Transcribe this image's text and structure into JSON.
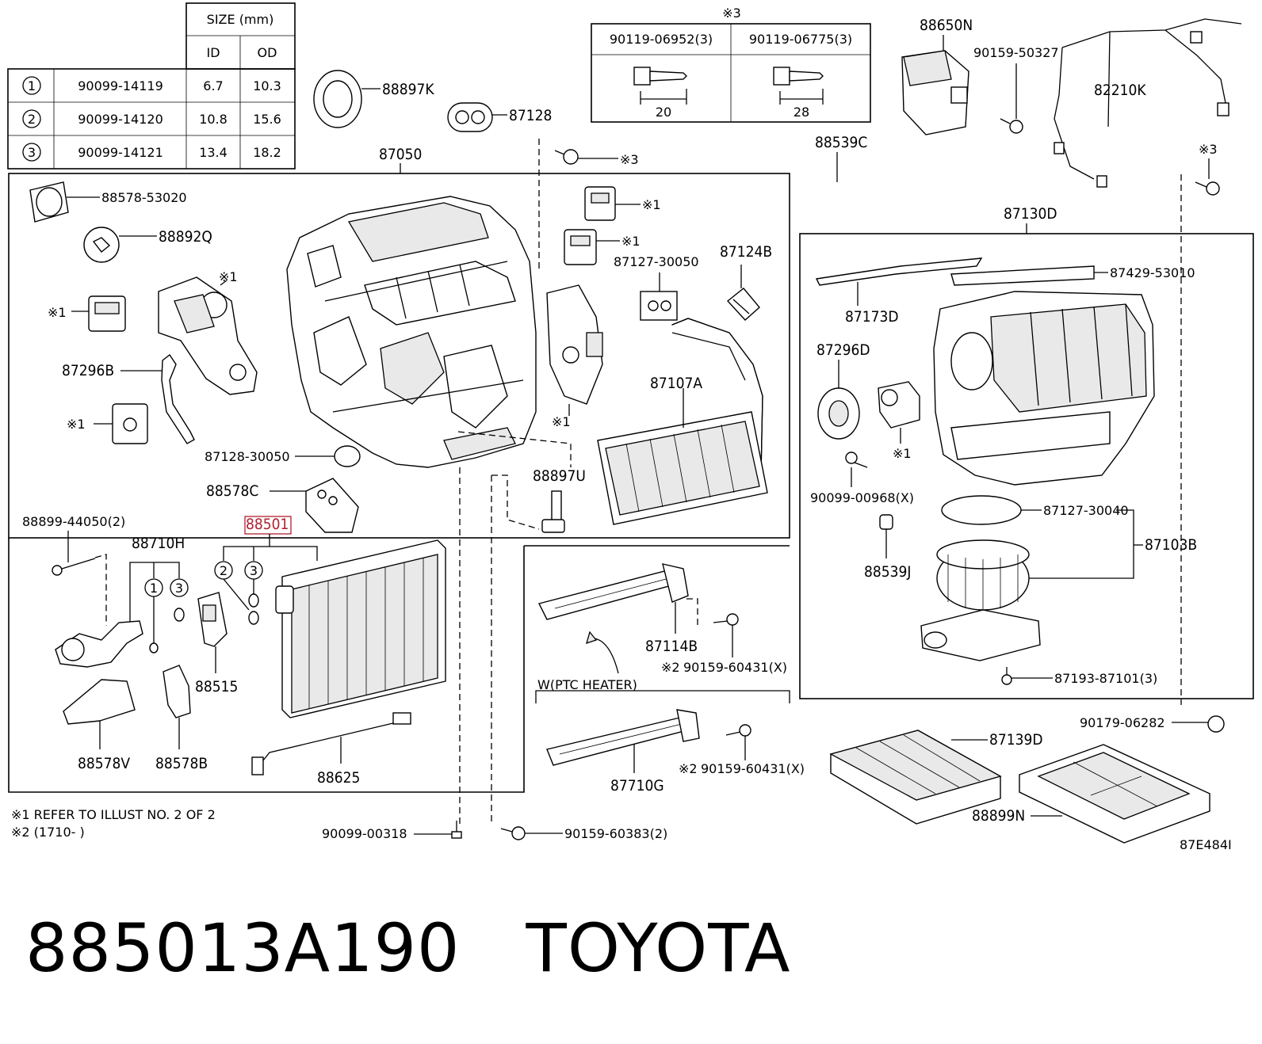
{
  "size_table": {
    "header": "SIZE (mm)",
    "col_id": "ID",
    "col_od": "OD",
    "rows": [
      {
        "no": "1",
        "part": "90099-14119",
        "id": "6.7",
        "od": "10.3"
      },
      {
        "no": "2",
        "part": "90099-14120",
        "id": "10.8",
        "od": "15.6"
      },
      {
        "no": "3",
        "part": "90099-14121",
        "id": "13.4",
        "od": "18.2"
      }
    ]
  },
  "bolt_table": {
    "mark": "※3",
    "col1": "90119-06952(3)",
    "col2": "90119-06775(3)",
    "len1": "20",
    "len2": "28"
  },
  "labels": {
    "l_88897K": "88897K",
    "l_87128": "87128",
    "l_87050": "87050",
    "l_ref3_top": "※3",
    "l_88578_53020": "88578-53020",
    "l_88892Q": "88892Q",
    "l_ref1_a": "※1",
    "l_ref1_b": "※1",
    "l_87296B": "87296B",
    "l_ref1_c": "※1",
    "l_87128_30050": "87128-30050",
    "l_88578C": "88578C",
    "l_88501": "88501",
    "l_88899_44050": "88899-44050(2)",
    "l_88710H": "88710H",
    "l_88515": "88515",
    "l_88578V": "88578V",
    "l_88578B": "88578B",
    "l_88625": "88625",
    "l_ref1_d": "※1",
    "l_ref1_e": "※1",
    "l_87127_30050": "87127-30050",
    "l_87124B": "87124B",
    "l_ref1_f": "※1",
    "l_87107A": "87107A",
    "l_88897U": "88897U",
    "l_88539C": "88539C",
    "l_88650N": "88650N",
    "l_90159_50327": "90159-50327",
    "l_82210K": "82210K",
    "l_ref3_right": "※3",
    "l_87130D": "87130D",
    "l_87429_53010": "87429-53010",
    "l_87173D": "87173D",
    "l_87296D": "87296D",
    "l_ref1_g": "※1",
    "l_90099_00968": "90099-00968(X)",
    "l_88539J": "88539J",
    "l_87127_30040": "87127-30040",
    "l_87103B": "87103B",
    "l_87193_87101": "87193-87101(3)",
    "l_87114B": "87114B",
    "l_90159_60431_a": "90159-60431(X)",
    "l_ref2_a": "※2",
    "l_ptc": "W(PTC HEATER)",
    "l_87710G": "87710G",
    "l_90159_60431_b": "90159-60431(X)",
    "l_ref2_b": "※2",
    "l_90179_06282": "90179-06282",
    "l_87139D": "87139D",
    "l_88899N": "88899N",
    "l_90099_00318": "90099-00318",
    "l_90159_60383": "90159-60383(2)",
    "l_87E484I": "87E484I",
    "note1": "※1  REFER TO ILLUST NO. 2 OF 2",
    "note2": "※2 (1710-       )",
    "callout_1": "1",
    "callout_2": "2",
    "callout_3": "3",
    "callout_1b": "1",
    "callout_3b": "3"
  },
  "caption": "885013A190   TOYOTA",
  "colors": {
    "highlight": "#b02030",
    "line": "#000000",
    "background": "#ffffff"
  }
}
